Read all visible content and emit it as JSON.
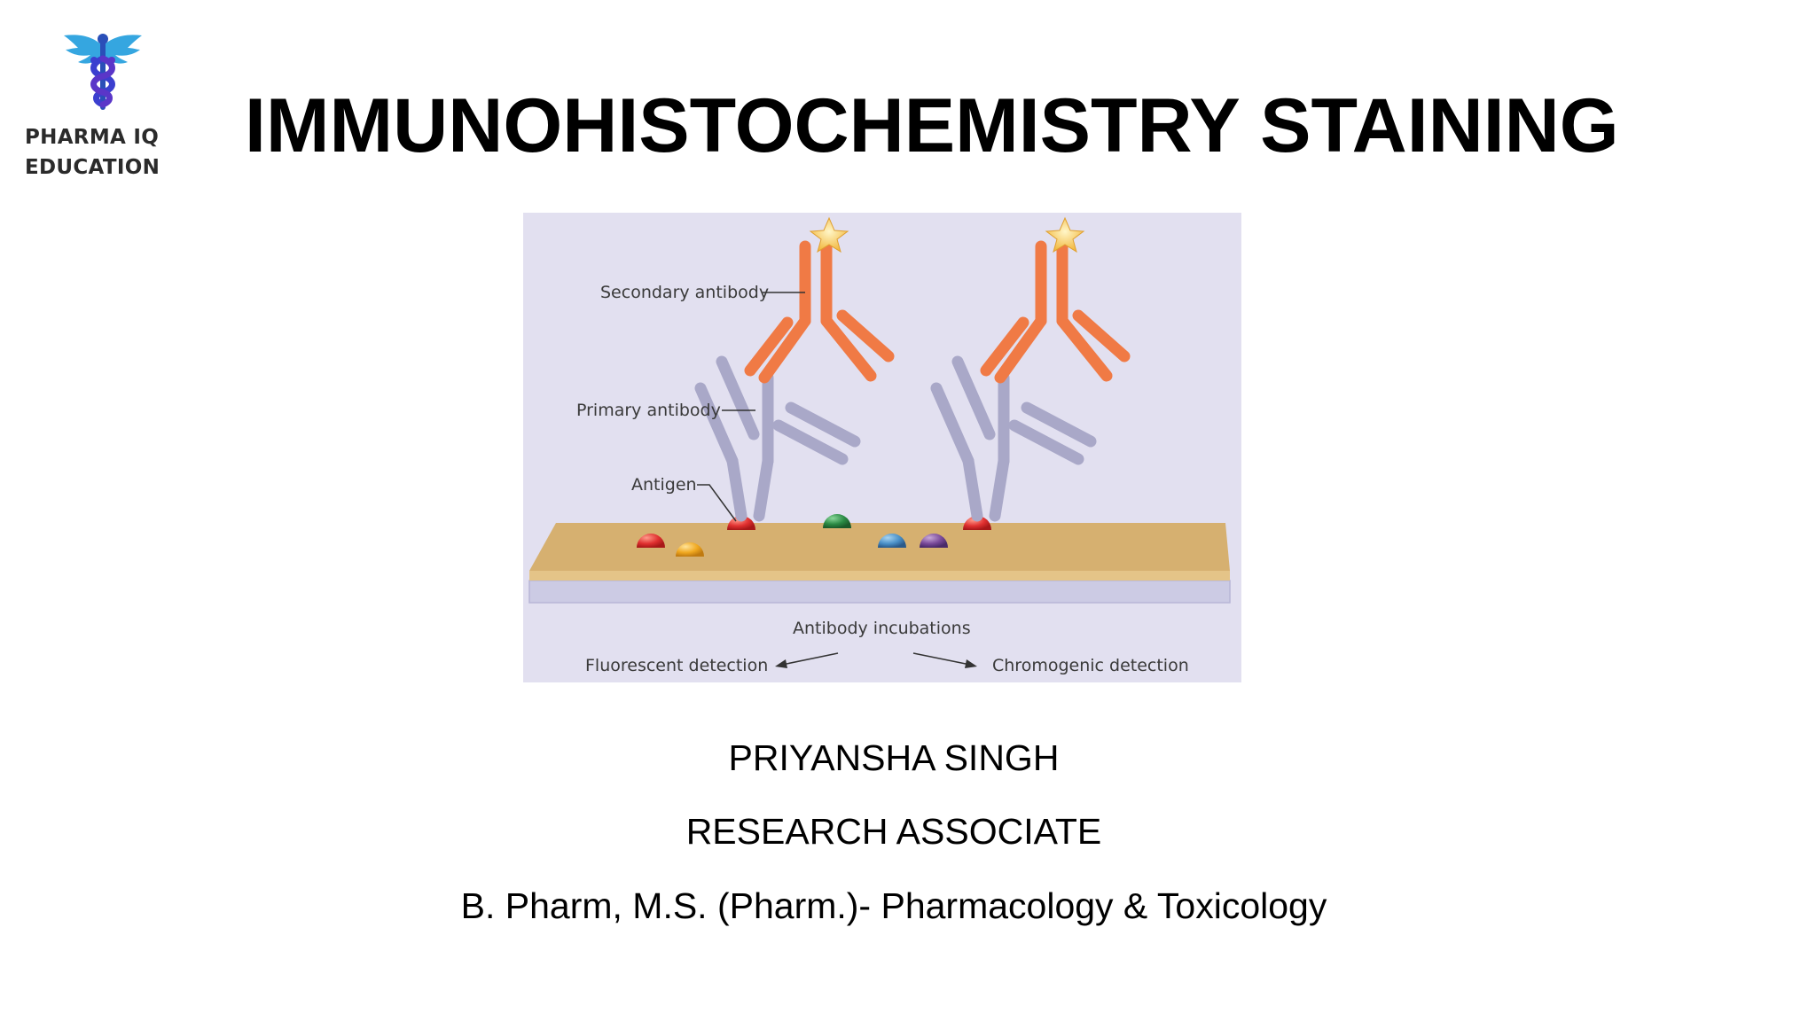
{
  "logo": {
    "line1": "PHARMA IQ",
    "line2": "EDUCATION",
    "icon": "caduceus-icon",
    "color": "#2a7fd4"
  },
  "slide": {
    "title": "IMMUNOHISTOCHEMISTRY STAINING"
  },
  "diagram": {
    "labels": {
      "secondary": "Secondary antibody",
      "primary": "Primary antibody",
      "antigen": "Antigen",
      "incubations": "Antibody incubations",
      "fluorescent": "Fluorescent detection",
      "chromogenic": "Chromogenic detection"
    },
    "colors": {
      "background": "#e2e0f0",
      "secondary_antibody": "#f07a45",
      "primary_antibody": "#a9a8c8",
      "slide": "#d6b070",
      "base": "#cccbe4",
      "label_star": "#f2c14e"
    }
  },
  "credits": {
    "name": "PRIYANSHA SINGH",
    "role": "RESEARCH ASSOCIATE",
    "qualification": "B. Pharm, M.S. (Pharm.)- Pharmacology & Toxicology"
  }
}
